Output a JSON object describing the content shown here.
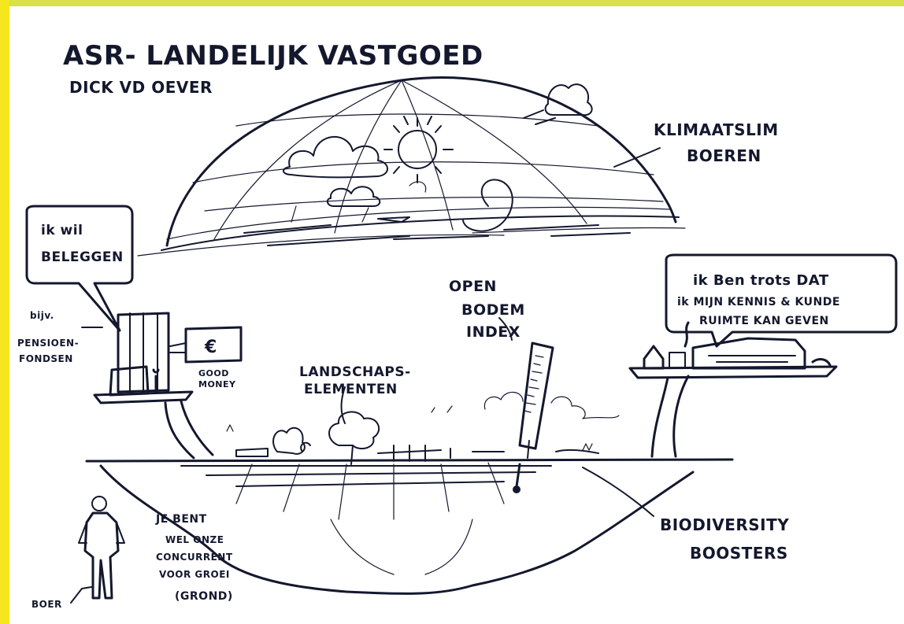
{
  "colors": {
    "ink": "#14182e",
    "frame_top": "#d9e04a",
    "frame_left": "#f5e61d",
    "paper": "#ffffff"
  },
  "title": {
    "line1": "ASR- LANDELIJK VASTGOED",
    "line2": "DICK VD OEVER"
  },
  "dome": {
    "label_line1": "KLIMAATSLIM",
    "label_line2": "BOEREN"
  },
  "investor": {
    "speech_line1": "ik wil",
    "speech_line2": "BELEGGEN",
    "label_line1": "bijv.",
    "label_line2": "PENSIOEN-",
    "label_line3": "FONDSEN",
    "money_symbol": "€",
    "money_line1": "GOOD",
    "money_line2": "MONEY"
  },
  "farm": {
    "speech_line1": "ik Ben trots DAT",
    "speech_line2": "ik MIJN KENNIS & KUNDE",
    "speech_line3": "RUIMTE KAN GEVEN"
  },
  "landscape_label": {
    "line1": "LANDSCHAPS-",
    "line2": "ELEMENTEN"
  },
  "soil_index": {
    "line1": "OPEN",
    "line2": "BODEM",
    "line3": "INDEX"
  },
  "biodiversity": {
    "line1": "BIODIVERSITY",
    "line2": "BOOSTERS"
  },
  "farmer": {
    "quote_line1": "JE BENT",
    "quote_line2": "WEL ONZE",
    "quote_line3": "CONCURRENT",
    "quote_line4": "VOOR GROEI",
    "quote_line5": "(GROND)",
    "label": "BOER"
  }
}
